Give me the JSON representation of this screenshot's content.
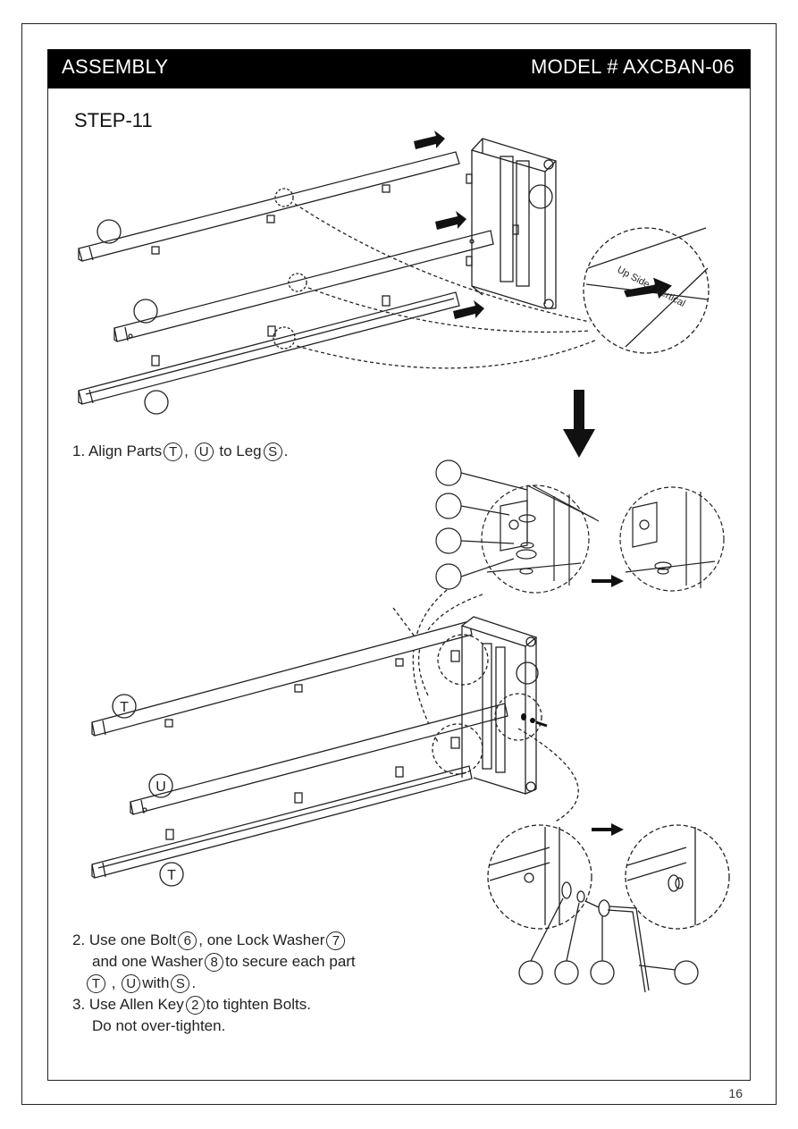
{
  "header": {
    "title_left": "ASSEMBLY",
    "title_right": "MODEL # AXCBAN-06"
  },
  "step": {
    "label": "STEP-11"
  },
  "instructions": {
    "line1_prefix": "1. Align Parts",
    "line1_part_t": "T",
    "line1_comma": ",",
    "line1_part_u": "U",
    "line1_mid": "to Leg",
    "line1_part_s": "S",
    "line1_end": ".",
    "line2_prefix": "2. Use one Bolt",
    "line2_bolt": "6",
    "line2_mid": ", one Lock Washer",
    "line2_lockwasher": "7",
    "line3_prefix": "and one Washer",
    "line3_washer": "8",
    "line3_suffix": "to secure each part",
    "line4_part_t": "T",
    "line4_comma": ",",
    "line4_part_u": "U",
    "line4_with": "with",
    "line4_part_s": "S",
    "line4_end": ".",
    "line5_prefix": "3. Use Allen Key",
    "line5_key": "2",
    "line5_suffix": "to tighten Bolts.",
    "line6": "Do not over-tighten."
  },
  "figure": {
    "detail_label": "Up Side / Vertical",
    "part_labels": {
      "t": "T",
      "u": "U"
    }
  },
  "page_number": "16"
}
